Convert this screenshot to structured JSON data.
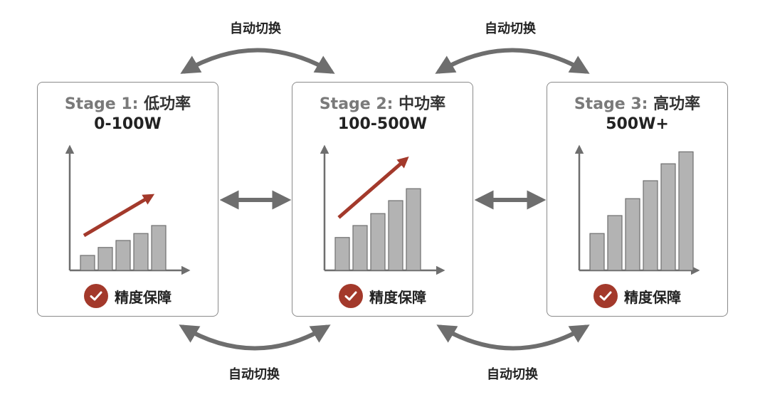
{
  "stages": [
    {
      "num": "Stage 1:",
      "name": "低功率",
      "range": "0-100W",
      "badge": "精度保障",
      "bars": [
        0.15,
        0.23,
        0.3,
        0.37,
        0.45
      ],
      "has_arrow": true
    },
    {
      "num": "Stage 2:",
      "name": "中功率",
      "range": "100-500W",
      "badge": "精度保障",
      "bars": [
        0.33,
        0.45,
        0.57,
        0.7,
        0.82
      ],
      "has_arrow": true
    },
    {
      "num": "Stage 3:",
      "name": "高功率",
      "range": "500W+",
      "badge": "精度保障",
      "bars": [
        0.37,
        0.55,
        0.72,
        0.9,
        1.07,
        1.19
      ],
      "has_arrow": false
    }
  ],
  "switch_labels": [
    "自动切换",
    "自动切换",
    "自动切换",
    "自动切换"
  ],
  "colors": {
    "accent_arrow": "#a3392b",
    "connector": "#6e6e6e",
    "bar_fill": "#b3b3b3",
    "bar_stroke": "#6e6e6e",
    "axis": "#6e6e6e"
  },
  "icons": {
    "check": "checkmark-circle-icon",
    "trend": "trend-up-arrow-icon"
  }
}
